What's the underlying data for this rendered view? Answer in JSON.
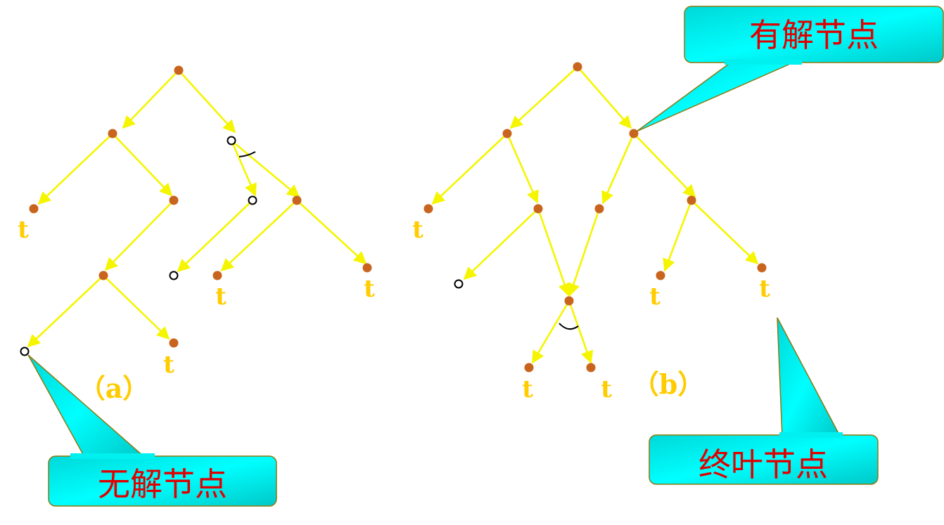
{
  "captions": {
    "a": "（a）",
    "b": "（b）"
  },
  "terminal_label": "t",
  "callouts": {
    "unsolvable": "无解节点",
    "solvable": "有解节点",
    "terminal": "终叶节点"
  },
  "colors": {
    "edge": "#f5f500",
    "solved_node": "#c8641e",
    "label": "#ffcc00",
    "callout_fill": "#00e5e5",
    "callout_text": "#e00000"
  }
}
